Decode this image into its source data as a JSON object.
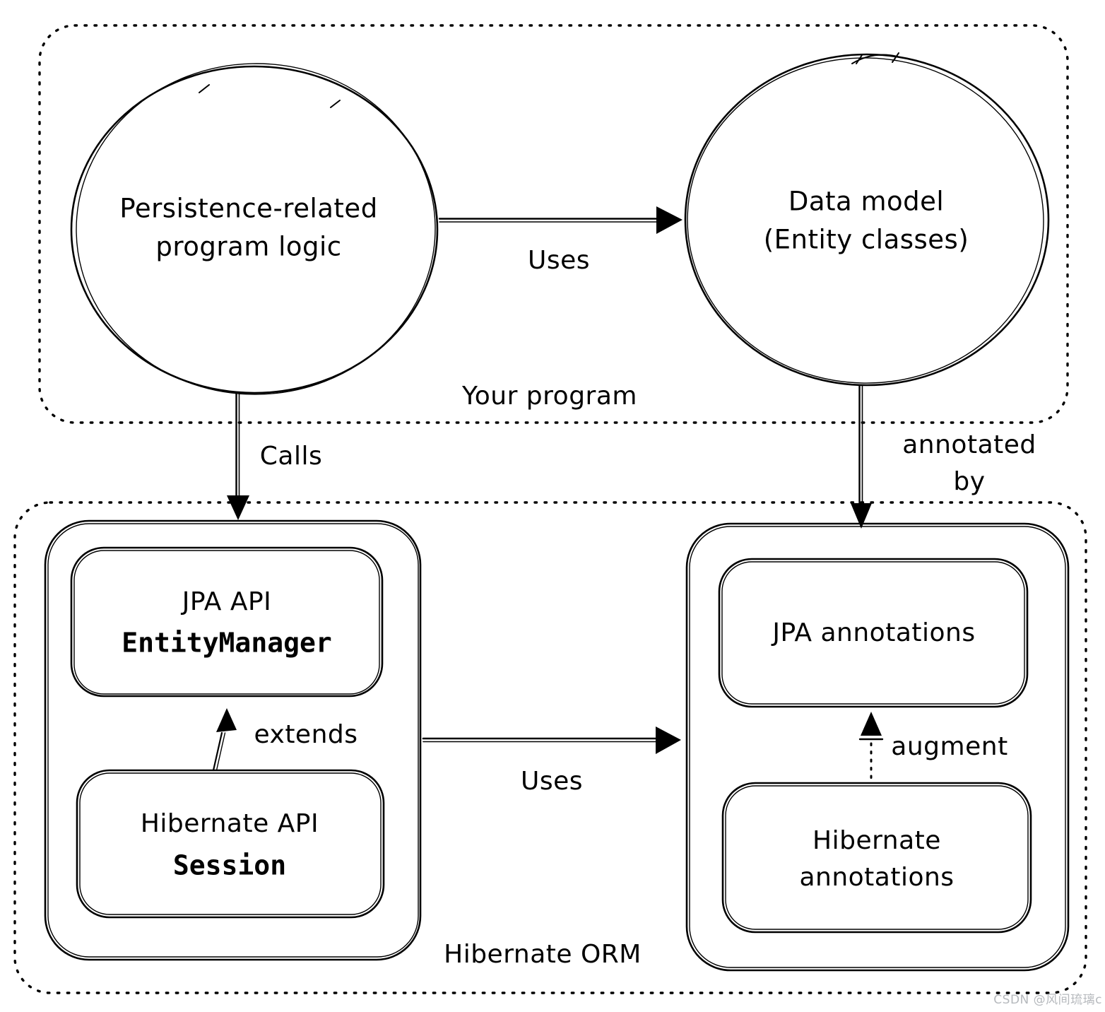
{
  "colors": {
    "ink": "#000000",
    "background": "#ffffff",
    "watermark": "#b6b9bd"
  },
  "containers": {
    "your_program": {
      "label": "Your program"
    },
    "hibernate_orm": {
      "label": "Hibernate ORM"
    }
  },
  "nodes": {
    "persistence_logic": {
      "label": "Persistence-related\nprogram logic",
      "shape": "circle"
    },
    "data_model": {
      "label": "Data model\n(Entity classes)",
      "shape": "circle"
    },
    "jpa_api": {
      "title": "JPA API",
      "class_name": "EntityManager",
      "shape": "rounded-box"
    },
    "hibernate_api": {
      "title": "Hibernate API",
      "class_name": "Session",
      "shape": "rounded-box"
    },
    "jpa_annotations": {
      "label": "JPA annotations",
      "shape": "rounded-box"
    },
    "hibernate_annotations": {
      "label": "Hibernate\nannotations",
      "shape": "rounded-box"
    }
  },
  "edges": {
    "uses_top": {
      "label": "Uses",
      "from": "persistence_logic",
      "to": "data_model",
      "style": "solid"
    },
    "calls": {
      "label": "Calls",
      "from": "persistence_logic",
      "to": "jpa_api_container",
      "style": "solid"
    },
    "annotated_by": {
      "label": "annotated by",
      "from": "data_model",
      "to": "annotations_container",
      "style": "solid"
    },
    "extends": {
      "label": "extends",
      "from": "hibernate_api",
      "to": "jpa_api",
      "style": "solid"
    },
    "uses_bottom": {
      "label": "Uses",
      "from": "api_container",
      "to": "annotations_container",
      "style": "solid"
    },
    "augment": {
      "label": "augment",
      "from": "hibernate_annotations",
      "to": "jpa_annotations",
      "style": "dotted"
    }
  },
  "watermark": {
    "label": "CSDN @风间琉璃c"
  }
}
